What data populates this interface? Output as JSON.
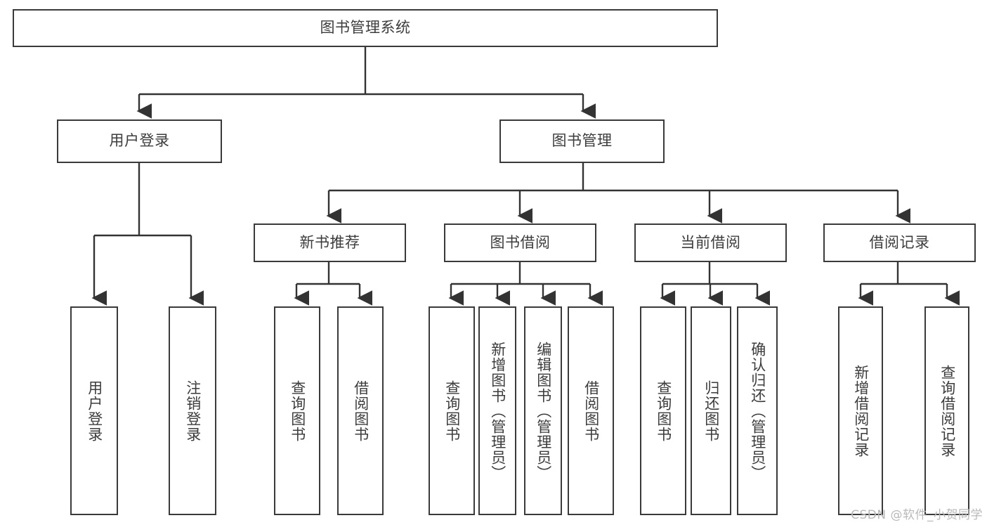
{
  "diagram": {
    "title": "图书管理系统",
    "type": "tree",
    "colors": {
      "box_stroke": "#3a3a3a",
      "box_fill": "#ffffff",
      "edge": "#333333",
      "text": "#3c3c3c",
      "watermark": "#b9b9b9",
      "background": "#ffffff"
    },
    "nodes": {
      "root": {
        "label": "图书管理系统",
        "orientation": "horizontal"
      },
      "level2": [
        {
          "id": "user-login",
          "label": "用户登录",
          "orientation": "horizontal"
        },
        {
          "id": "book-management",
          "label": "图书管理",
          "orientation": "horizontal"
        }
      ],
      "level3": [
        {
          "id": "new-book-recommend",
          "label": "新书推荐",
          "orientation": "horizontal"
        },
        {
          "id": "book-borrow",
          "label": "图书借阅",
          "orientation": "horizontal"
        },
        {
          "id": "current-borrow",
          "label": "当前借阅",
          "orientation": "horizontal"
        },
        {
          "id": "borrow-record",
          "label": "借阅记录",
          "orientation": "horizontal"
        }
      ],
      "leaves": [
        {
          "id": "leaf-user-login",
          "label": "用户登录",
          "parent": "user-login",
          "orientation": "vertical"
        },
        {
          "id": "leaf-user-logout",
          "label": "注销登录",
          "parent": "user-login",
          "orientation": "vertical"
        },
        {
          "id": "leaf-query-book-1",
          "label": "查询图书",
          "parent": "new-book-recommend",
          "orientation": "vertical"
        },
        {
          "id": "leaf-borrow-book-1",
          "label": "借阅图书",
          "parent": "new-book-recommend",
          "orientation": "vertical"
        },
        {
          "id": "leaf-query-book-2",
          "label": "查询图书",
          "parent": "book-borrow",
          "orientation": "vertical"
        },
        {
          "id": "leaf-add-book",
          "label": "新增图书（管理员）",
          "parent": "book-borrow",
          "orientation": "vertical"
        },
        {
          "id": "leaf-edit-book",
          "label": "编辑图书（管理员）",
          "parent": "book-borrow",
          "orientation": "vertical"
        },
        {
          "id": "leaf-borrow-book-2",
          "label": "借阅图书",
          "parent": "book-borrow",
          "orientation": "vertical"
        },
        {
          "id": "leaf-query-book-3",
          "label": "查询图书",
          "parent": "current-borrow",
          "orientation": "vertical"
        },
        {
          "id": "leaf-return-book",
          "label": "归还图书",
          "parent": "current-borrow",
          "orientation": "vertical"
        },
        {
          "id": "leaf-confirm-return",
          "label": "确认归还（管理员）",
          "parent": "current-borrow",
          "orientation": "vertical"
        },
        {
          "id": "leaf-add-borrow-record",
          "label": "新增借阅记录",
          "parent": "borrow-record",
          "orientation": "vertical"
        },
        {
          "id": "leaf-query-borrow-record",
          "label": "查询借阅记录",
          "parent": "borrow-record",
          "orientation": "vertical"
        }
      ]
    },
    "watermark": "CSDN @软件_小贺同学"
  }
}
